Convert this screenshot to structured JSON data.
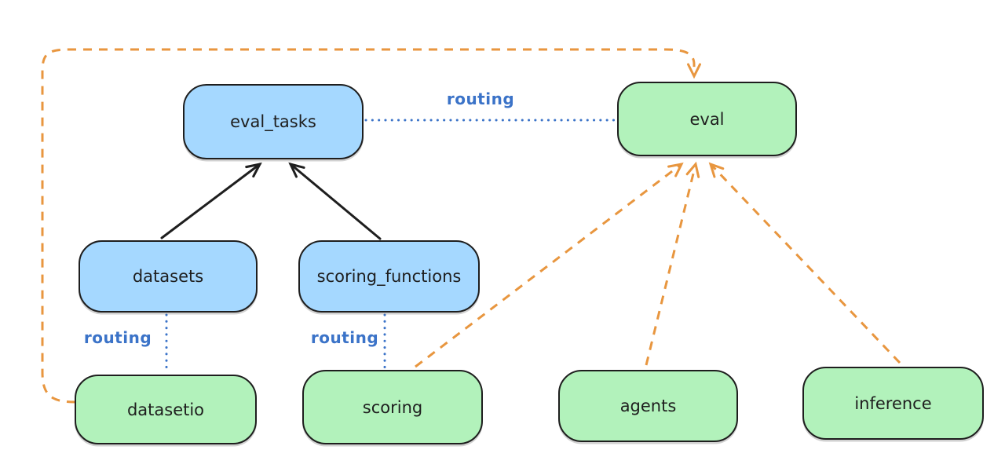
{
  "diagram": {
    "colors": {
      "background": "#ffffff",
      "border": "#1e1e1e",
      "blue_fill": "#a5d8ff",
      "green_fill": "#b2f2bb",
      "black_edge": "#1e1e1e",
      "orange_edge": "#e8963f",
      "blue_edge": "#3b73c8"
    },
    "nodes": {
      "eval_tasks": {
        "label": "eval_tasks",
        "fill": "blue"
      },
      "eval": {
        "label": "eval",
        "fill": "green"
      },
      "datasets": {
        "label": "datasets",
        "fill": "blue"
      },
      "scoring_functions": {
        "label": "scoring_functions",
        "fill": "blue"
      },
      "datasetio": {
        "label": "datasetio",
        "fill": "green"
      },
      "scoring": {
        "label": "scoring",
        "fill": "green"
      },
      "agents": {
        "label": "agents",
        "fill": "green"
      },
      "inference": {
        "label": "inference",
        "fill": "green"
      }
    },
    "edges": {
      "eval_tasks_to_eval": {
        "label": "routing",
        "style": "dotted-blue"
      },
      "datasets_to_datasetio": {
        "label": "routing",
        "style": "dotted-blue"
      },
      "scoring_functions_to_scoring": {
        "label": "routing",
        "style": "dotted-blue"
      },
      "datasets_to_eval_tasks": {
        "style": "solid-black-arrow"
      },
      "scoring_functions_to_eval_tasks": {
        "style": "solid-black-arrow"
      },
      "datasetio_to_eval": {
        "style": "dashed-orange-arrow"
      },
      "scoring_to_eval": {
        "style": "dashed-orange-arrow"
      },
      "agents_to_eval": {
        "style": "dashed-orange-arrow"
      },
      "inference_to_eval": {
        "style": "dashed-orange-arrow"
      }
    }
  }
}
